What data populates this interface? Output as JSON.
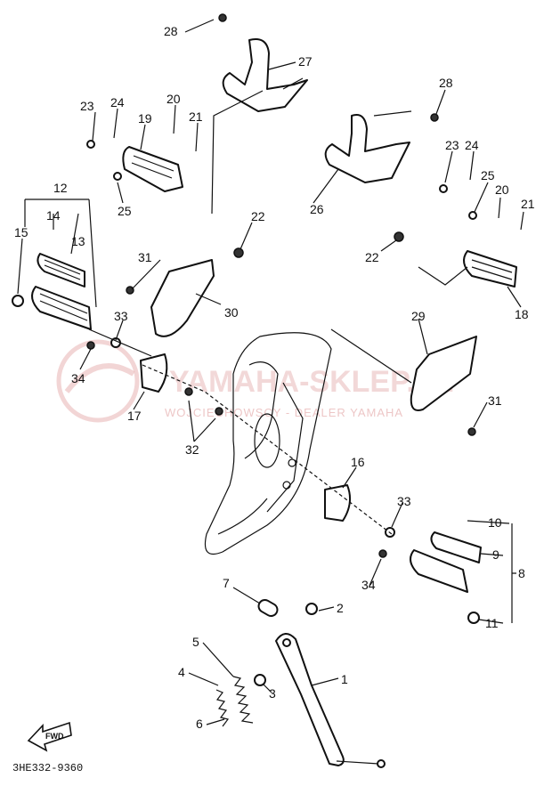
{
  "diagram": {
    "code": "3HE332-9360",
    "fwd_label": "FWD",
    "watermark": {
      "brand": "YAMAHA-SKLEP.PL",
      "tagline": "WOJCIECHOWSCY - DEALER YAMAHA"
    },
    "callouts": {
      "p1": "1",
      "p2": "2",
      "p3": "3",
      "p4": "4",
      "p5": "5",
      "p6": "6",
      "p7": "7",
      "p8": "8",
      "p9": "9",
      "p10": "10",
      "p11": "11",
      "p12": "12",
      "p13": "13",
      "p14": "14",
      "p15": "15",
      "p16": "16",
      "p17": "17",
      "p18": "18",
      "p19": "19",
      "p20a": "20",
      "p20b": "20",
      "p21a": "21",
      "p21b": "21",
      "p22a": "22",
      "p22b": "22",
      "p23a": "23",
      "p23b": "23",
      "p24a": "24",
      "p24b": "24",
      "p25a": "25",
      "p25b": "25",
      "p26": "26",
      "p27": "27",
      "p28a": "28",
      "p28b": "28",
      "p29": "29",
      "p30": "30",
      "p31a": "31",
      "p31b": "31",
      "p32": "32",
      "p33a": "33",
      "p33b": "33",
      "p34a": "34",
      "p34b": "34"
    }
  }
}
